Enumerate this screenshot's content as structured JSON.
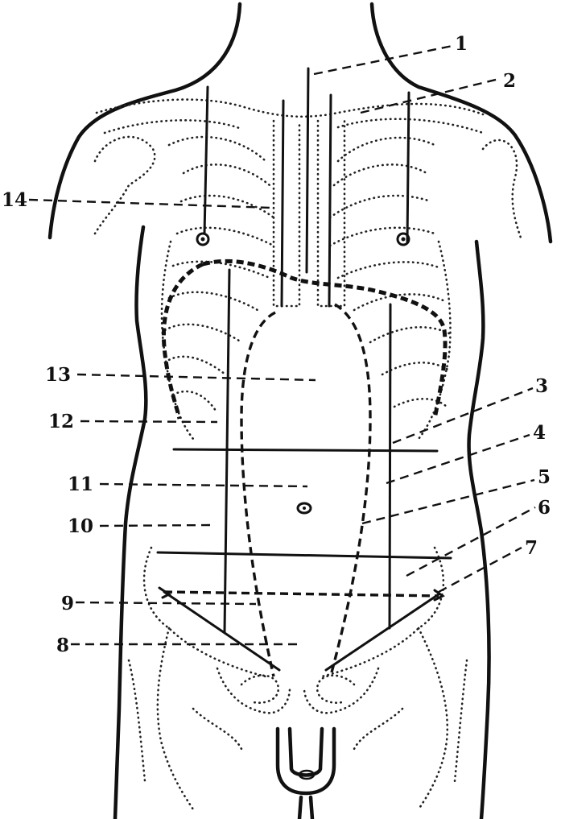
{
  "figure": {
    "labels": [
      {
        "id": "1",
        "text": "1"
      },
      {
        "id": "2",
        "text": "2"
      },
      {
        "id": "3",
        "text": "3"
      },
      {
        "id": "4",
        "text": "4"
      },
      {
        "id": "5",
        "text": "5"
      },
      {
        "id": "6",
        "text": "6"
      },
      {
        "id": "7",
        "text": "7"
      },
      {
        "id": "8",
        "text": "8"
      },
      {
        "id": "9",
        "text": "9"
      },
      {
        "id": "10",
        "text": "10"
      },
      {
        "id": "11",
        "text": "11"
      },
      {
        "id": "12",
        "text": "12"
      },
      {
        "id": "13",
        "text": "13"
      },
      {
        "id": "14",
        "text": "14"
      }
    ]
  }
}
